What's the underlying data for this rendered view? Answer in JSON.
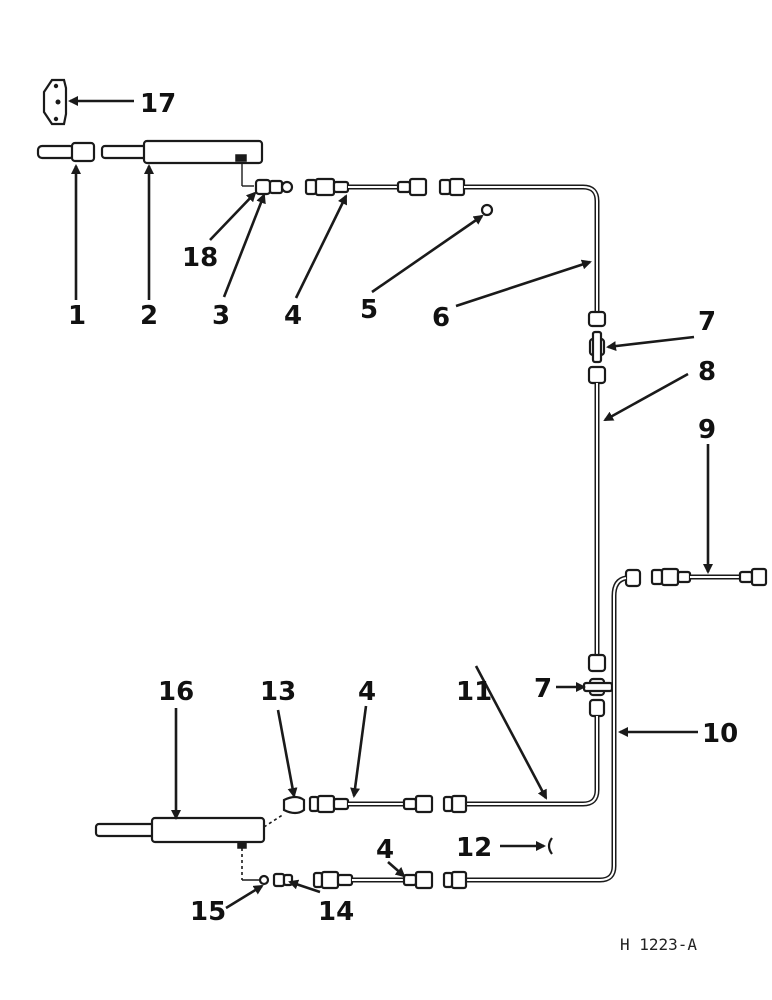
{
  "callouts": {
    "n1": "1",
    "n2": "2",
    "n3": "3",
    "n4a": "4",
    "n5": "5",
    "n6": "6",
    "n7a": "7",
    "n8": "8",
    "n9": "9",
    "n10": "10",
    "n11": "11",
    "n12": "12",
    "n13": "13",
    "n4b": "4",
    "n4c": "4",
    "n7b": "7",
    "n14": "14",
    "n15": "15",
    "n16": "16",
    "n17": "17",
    "n18": "18"
  },
  "figure_code": "H 1223-A"
}
